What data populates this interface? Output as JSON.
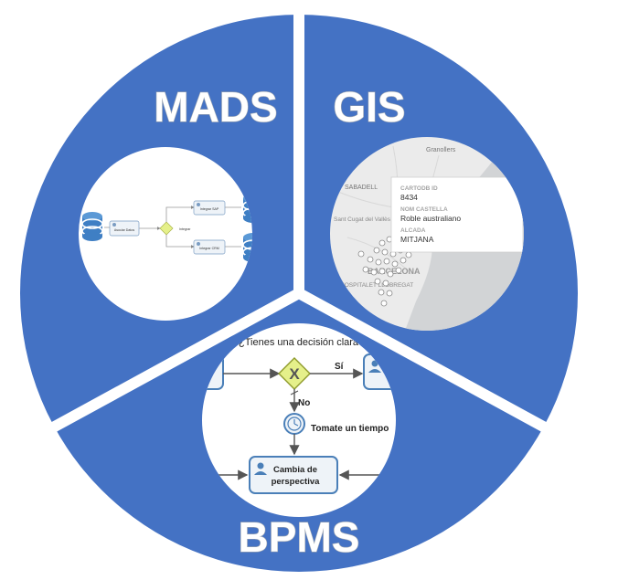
{
  "segments": {
    "mads": {
      "title": "MADS"
    },
    "gis": {
      "title": "GIS"
    },
    "bpms": {
      "title": "BPMS"
    }
  },
  "mads_diagram": {
    "start_task": "Asociar Datos",
    "gateway_label": "Integrar",
    "task_top": "Integrar SAP",
    "task_bottom": "Integrar CRM"
  },
  "gis_map": {
    "places": [
      "Granollers",
      "SABADELL",
      "Sant Cugat del Vallès",
      "BARCELONA",
      "HOSPITALET LLOBREGAT"
    ],
    "popup": {
      "field1_label": "CARTODB ID",
      "field1_value": "8434",
      "field2_label": "NOM CASTELLA",
      "field2_value": "Roble australiano",
      "field3_label": "ALCADA",
      "field3_value": "MITJANA"
    }
  },
  "bpms_diagram": {
    "question": "¿Tienes una decisión clara?",
    "yes_label": "Sí",
    "no_label": "No",
    "timer_label": "Tomate un tiempo",
    "task_label_line1": "Cambia de",
    "task_label_line2": "perspectiva"
  },
  "colors": {
    "ring_blue": "#4472C4",
    "separator": "#ffffff",
    "gateway": "#e5f08a",
    "task_fill": "#eef3f8",
    "task_border": "#4a7fb8",
    "database": "#3f7fc4"
  }
}
